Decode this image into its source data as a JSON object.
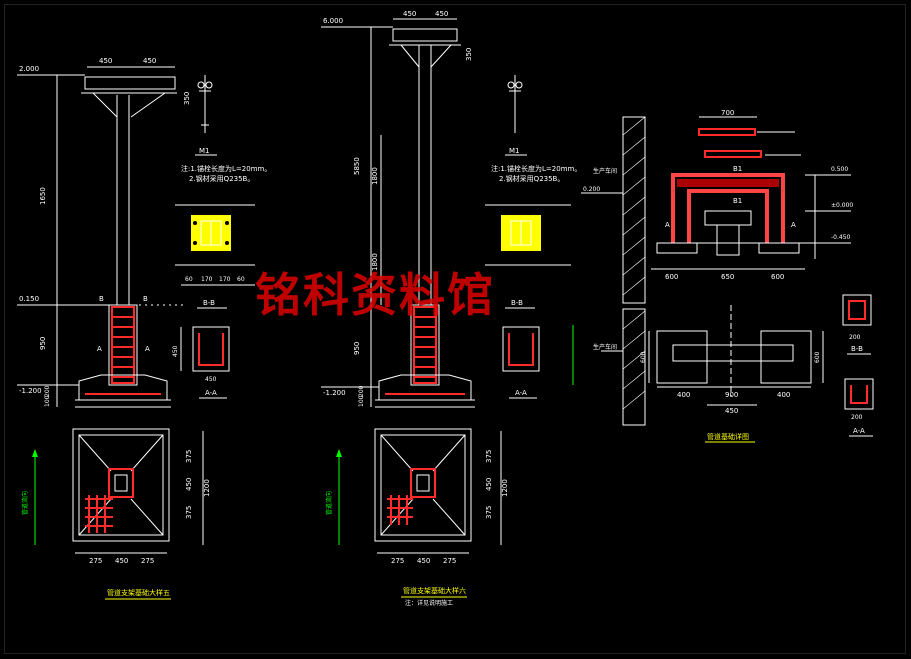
{
  "watermark": "铭科资料馆",
  "left_support": {
    "elev_top": "2.000",
    "elev_mid": "0.150",
    "elev_bot": "-1.200",
    "dim_top_l": "450",
    "dim_top_r": "450",
    "dim_h_top": "350",
    "dim_height": "1650",
    "dim_ped": "950",
    "dim_base1": "200",
    "dim_base2": "100",
    "section_b": "B",
    "section_a": "A",
    "title": "管道支架基础大样五",
    "plan_dims": [
      "275",
      "450",
      "275"
    ],
    "plan_vdims": [
      "375",
      "450",
      "375",
      "1200"
    ],
    "flow": "管道流向"
  },
  "mid_support": {
    "elev_top": "6.000",
    "elev_bot": "-1.200",
    "dim_top_l": "450",
    "dim_top_r": "450",
    "dim_h_top": "350",
    "dim_height": "5850",
    "dim_mid1": "1800",
    "dim_mid2": "1800",
    "dim_ped": "950",
    "dim_base1": "200",
    "dim_base2": "100",
    "title": "管道支架基础大样六",
    "subtitle": "注：详见说明施工",
    "plan_dims": [
      "275",
      "450",
      "275"
    ],
    "plan_vdims": [
      "375",
      "450",
      "375",
      "1200"
    ],
    "flow": "管道流向"
  },
  "details": {
    "m1": "M1",
    "note1": "注:1.锚栓长度为L=20mm。",
    "note2": "2.钢材采用Q235B。",
    "bb": "B-B",
    "aa": "A-A",
    "dims_bb": [
      "60",
      "170",
      "170",
      "60"
    ],
    "dims_aa": [
      "450",
      "450"
    ]
  },
  "right": {
    "dim_top": "700",
    "elev1": "0.500",
    "elev2": "±0.000",
    "elev3": "-0.450",
    "elev4": "0.200",
    "label_b1": "B1",
    "label_a": "A",
    "dims_bottom": [
      "600",
      "650",
      "600"
    ],
    "plan_dims": [
      "400",
      "900",
      "400"
    ],
    "plan_dim2": "450",
    "plan_title": "管道基础详图",
    "bb": "B-B",
    "aa": "A-A",
    "bb_dim": "200",
    "aa_dim": "200",
    "wall_label": "生产车间",
    "side_dims": [
      "600",
      "600"
    ]
  }
}
